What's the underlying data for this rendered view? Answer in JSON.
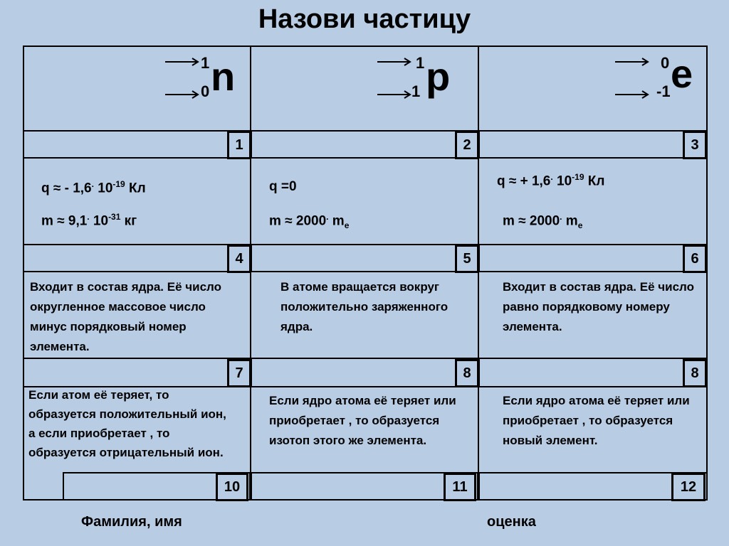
{
  "title": "Назови частицу",
  "particles": [
    {
      "symbol": "n",
      "mass_number": "1",
      "charge_number": "0"
    },
    {
      "symbol": "p",
      "mass_number": "1",
      "charge_number": "1"
    },
    {
      "symbol": "e",
      "mass_number": "0",
      "charge_number": "-1"
    }
  ],
  "numbers": [
    "1",
    "2",
    "3",
    "4",
    "5",
    "6",
    "7",
    "8",
    "8",
    "10",
    "11",
    "12"
  ],
  "props": {
    "n_q": {
      "a": "q ≈ - 1,6",
      "dot": ".",
      "b": " 10",
      "exp": "-19",
      "c": " Кл"
    },
    "n_m": {
      "a": "m ≈ 9,1",
      "dot": ".",
      "b": " 10",
      "exp": "-31",
      "c": " кг"
    },
    "p_q": "q =0",
    "p_m": {
      "a": "m ≈ 2000",
      "dot": ".",
      "b": " m",
      "sub": "e"
    },
    "e_q": {
      "a": "q ≈ + 1,6",
      "dot": ".",
      "b": " 10",
      "exp": "-19",
      "c": " Кл"
    },
    "e_m": {
      "a": "m ≈ 2000",
      "dot": ".",
      "b": " m",
      "sub": "e"
    }
  },
  "descriptions": {
    "row1": [
      "Входит в состав ядра. Её число округленное массовое число минус порядковый номер элемента.",
      "В атоме вращается вокруг положительно заряженного ядра.",
      "Входит в состав ядра. Её число равно порядковому номеру элемента."
    ],
    "row2": [
      "Если атом её теряет, то образуется положительный ион, а если приобретает , то образуется отрицательный ион.",
      "Если ядро атома её теряет или приобретает , то образуется  изотоп этого же элемента.",
      "Если ядро атома её теряет или приобретает , то образуется  новый элемент."
    ]
  },
  "footer": {
    "name_label": "Фамилия, имя",
    "grade_label": "оценка"
  }
}
